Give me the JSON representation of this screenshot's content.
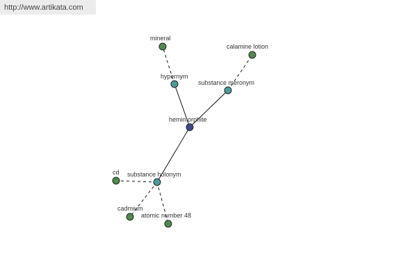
{
  "site": {
    "url": "http://www.artikata.com"
  },
  "colors": {
    "center_node": "#3b4a8c",
    "relation_node": "#4f9a9a",
    "leaf_node": "#4f8a4f",
    "node_outline": "#1f2a1f",
    "edge": "#111111"
  },
  "nodes": {
    "hemimorphite": {
      "label": "hemimorphite",
      "kind": "center"
    },
    "hypernym": {
      "label": "hypernym",
      "kind": "relation"
    },
    "substance_meronym": {
      "label": "substance meronym",
      "kind": "relation"
    },
    "substance_holonym": {
      "label": "substance holonym",
      "kind": "relation"
    },
    "mineral": {
      "label": "mineral",
      "kind": "leaf"
    },
    "calamine_lotion": {
      "label": "calamine lotion",
      "kind": "leaf"
    },
    "cd": {
      "label": "cd",
      "kind": "leaf"
    },
    "cadmium": {
      "label": "cadmium",
      "kind": "leaf"
    },
    "atomic_number_48": {
      "label": "atomic number 48",
      "kind": "leaf"
    }
  },
  "edges": [
    {
      "from": "hemimorphite",
      "to": "hypernym",
      "style": "solid"
    },
    {
      "from": "hemimorphite",
      "to": "substance_meronym",
      "style": "solid"
    },
    {
      "from": "hemimorphite",
      "to": "substance_holonym",
      "style": "solid"
    },
    {
      "from": "hypernym",
      "to": "mineral",
      "style": "dashed"
    },
    {
      "from": "substance_meronym",
      "to": "calamine_lotion",
      "style": "dashed"
    },
    {
      "from": "substance_holonym",
      "to": "cd",
      "style": "dashed"
    },
    {
      "from": "substance_holonym",
      "to": "cadmium",
      "style": "dashed"
    },
    {
      "from": "substance_holonym",
      "to": "atomic_number_48",
      "style": "dashed"
    }
  ]
}
